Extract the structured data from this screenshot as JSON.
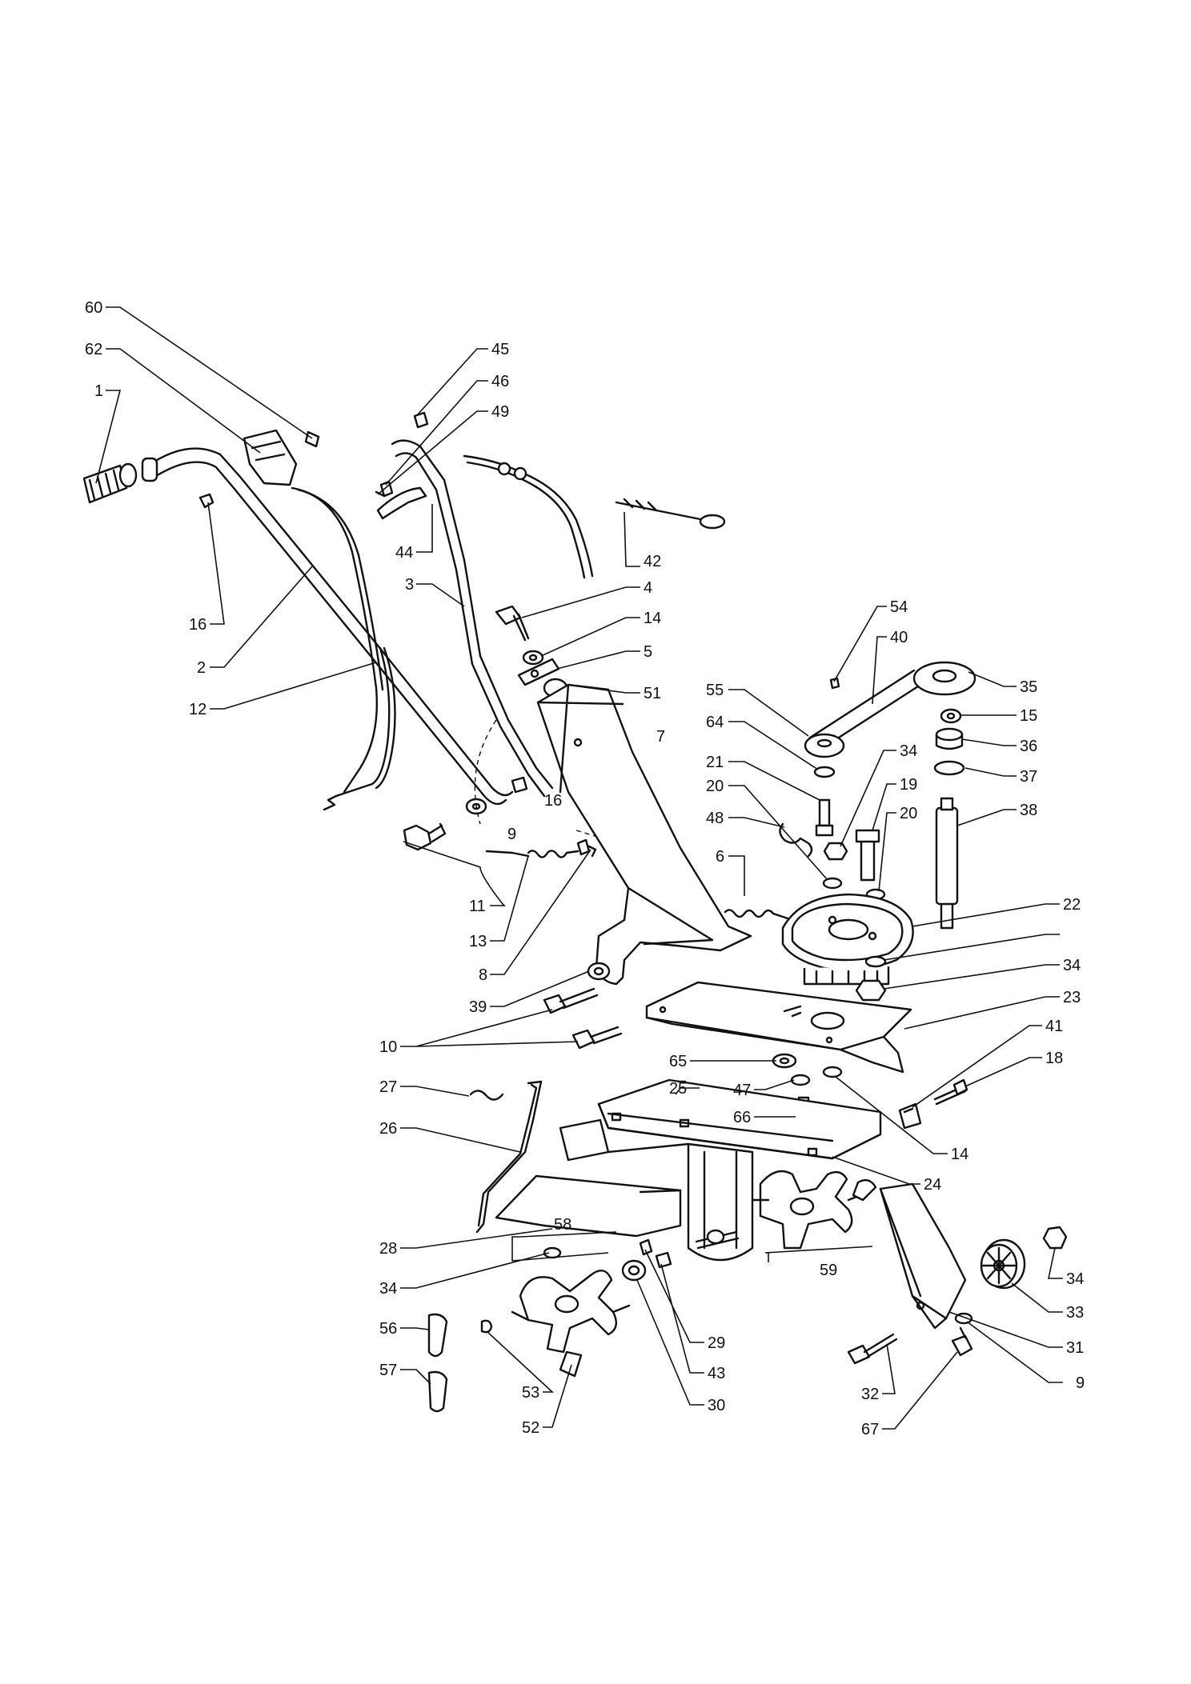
{
  "callouts": [
    "60",
    "62",
    "1",
    "45",
    "46",
    "49",
    "16",
    "2",
    "12",
    "44",
    "3",
    "4",
    "14",
    "5",
    "51",
    "42",
    "54",
    "40",
    "35",
    "15",
    "36",
    "37",
    "55",
    "64",
    "21",
    "34",
    "19",
    "20",
    "38",
    "7",
    "16",
    "9",
    "48",
    "6",
    "11",
    "13",
    "8",
    "22",
    "20",
    "34",
    "23",
    "39",
    "10",
    "65",
    "47",
    "25",
    "66",
    "14",
    "41",
    "18",
    "27",
    "26",
    "24",
    "28",
    "58",
    "34",
    "59",
    "29",
    "43",
    "30",
    "56",
    "57",
    "53",
    "52",
    "32",
    "67",
    "9",
    "31",
    "33",
    "34"
  ]
}
